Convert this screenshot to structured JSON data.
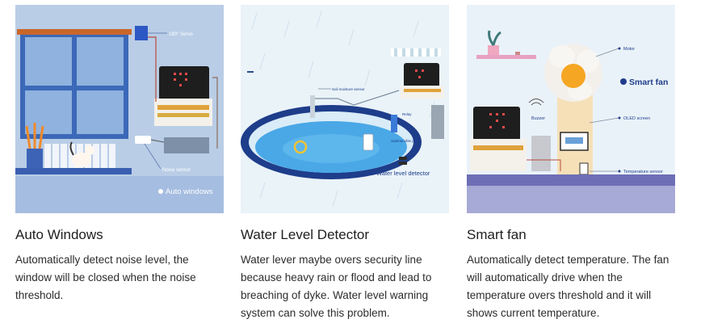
{
  "cards": [
    {
      "title": "Auto Windows",
      "description": "Automatically detect noise level, the window will be closed when the noise threshold.",
      "image": {
        "labels": {
          "servo": "180° Servo",
          "sensor": "Noise sensor",
          "caption": "Auto windows"
        },
        "colors": {
          "background": "#b9cde6",
          "frame": "#3b68b8",
          "wall": "#2a4f9c"
        }
      }
    },
    {
      "title": "Water Level Detector",
      "description": "Water lever maybe overs security line because heavy rain or flood and lead to breaching of dyke. Water level warning system can solve this problem.",
      "image": {
        "labels": {
          "soil": "Soil moisture sensor",
          "relay": "Relay",
          "pump": "Submersible pump",
          "caption": "Water level detector"
        },
        "colors": {
          "background": "#eaf3f8",
          "water": "#4aa8e6",
          "rim": "#1e3d8a"
        }
      }
    },
    {
      "title": "Smart fan",
      "description": "Automatically detect temperature. The fan will automatically drive when the temperature overs threshold and it will shows current temperature.",
      "image": {
        "labels": {
          "motor": "Motor",
          "title": "Smart fan",
          "buzzer": "Buzzer",
          "oled": "OLED screen",
          "temp": "Temperature sensor"
        },
        "colors": {
          "background": "#eaf2f9",
          "fan": "#f5a623",
          "shelf": "#e7a1c0",
          "floor": "#6d6eb5"
        }
      }
    }
  ]
}
